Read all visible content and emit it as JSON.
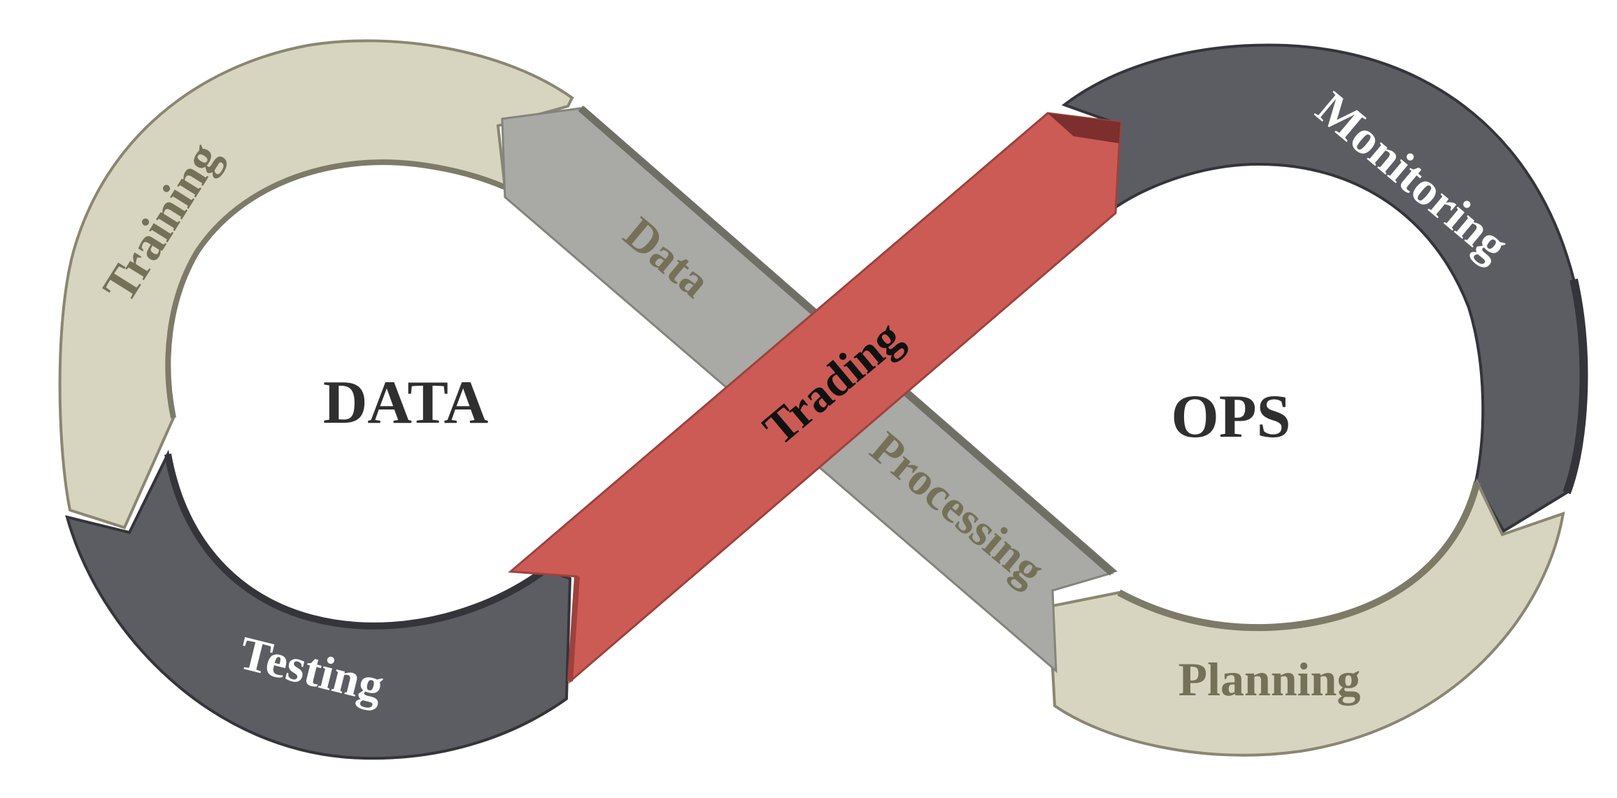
{
  "hubs": {
    "left": "DATA",
    "right": "OPS"
  },
  "segments": {
    "training": "Training",
    "testing": "Testing",
    "data": "Data",
    "processing": "Processing",
    "trading": "Trading",
    "monitoring": "Monitoring",
    "planning": "Planning"
  },
  "colors": {
    "beige": "#d7d4bf",
    "beige_shadow": "#7d7a68",
    "beige_text": "#757158",
    "dark": "#5c5c63",
    "dark_shadow": "#34343a",
    "gray": "#a9a9a5",
    "gray_shadow": "#74746a",
    "red": "#cc5b55",
    "red_shadow": "#7c2f2d",
    "hub_text": "#2f2f2f",
    "label_light": "#ffffff",
    "label_dark": "#111111"
  }
}
